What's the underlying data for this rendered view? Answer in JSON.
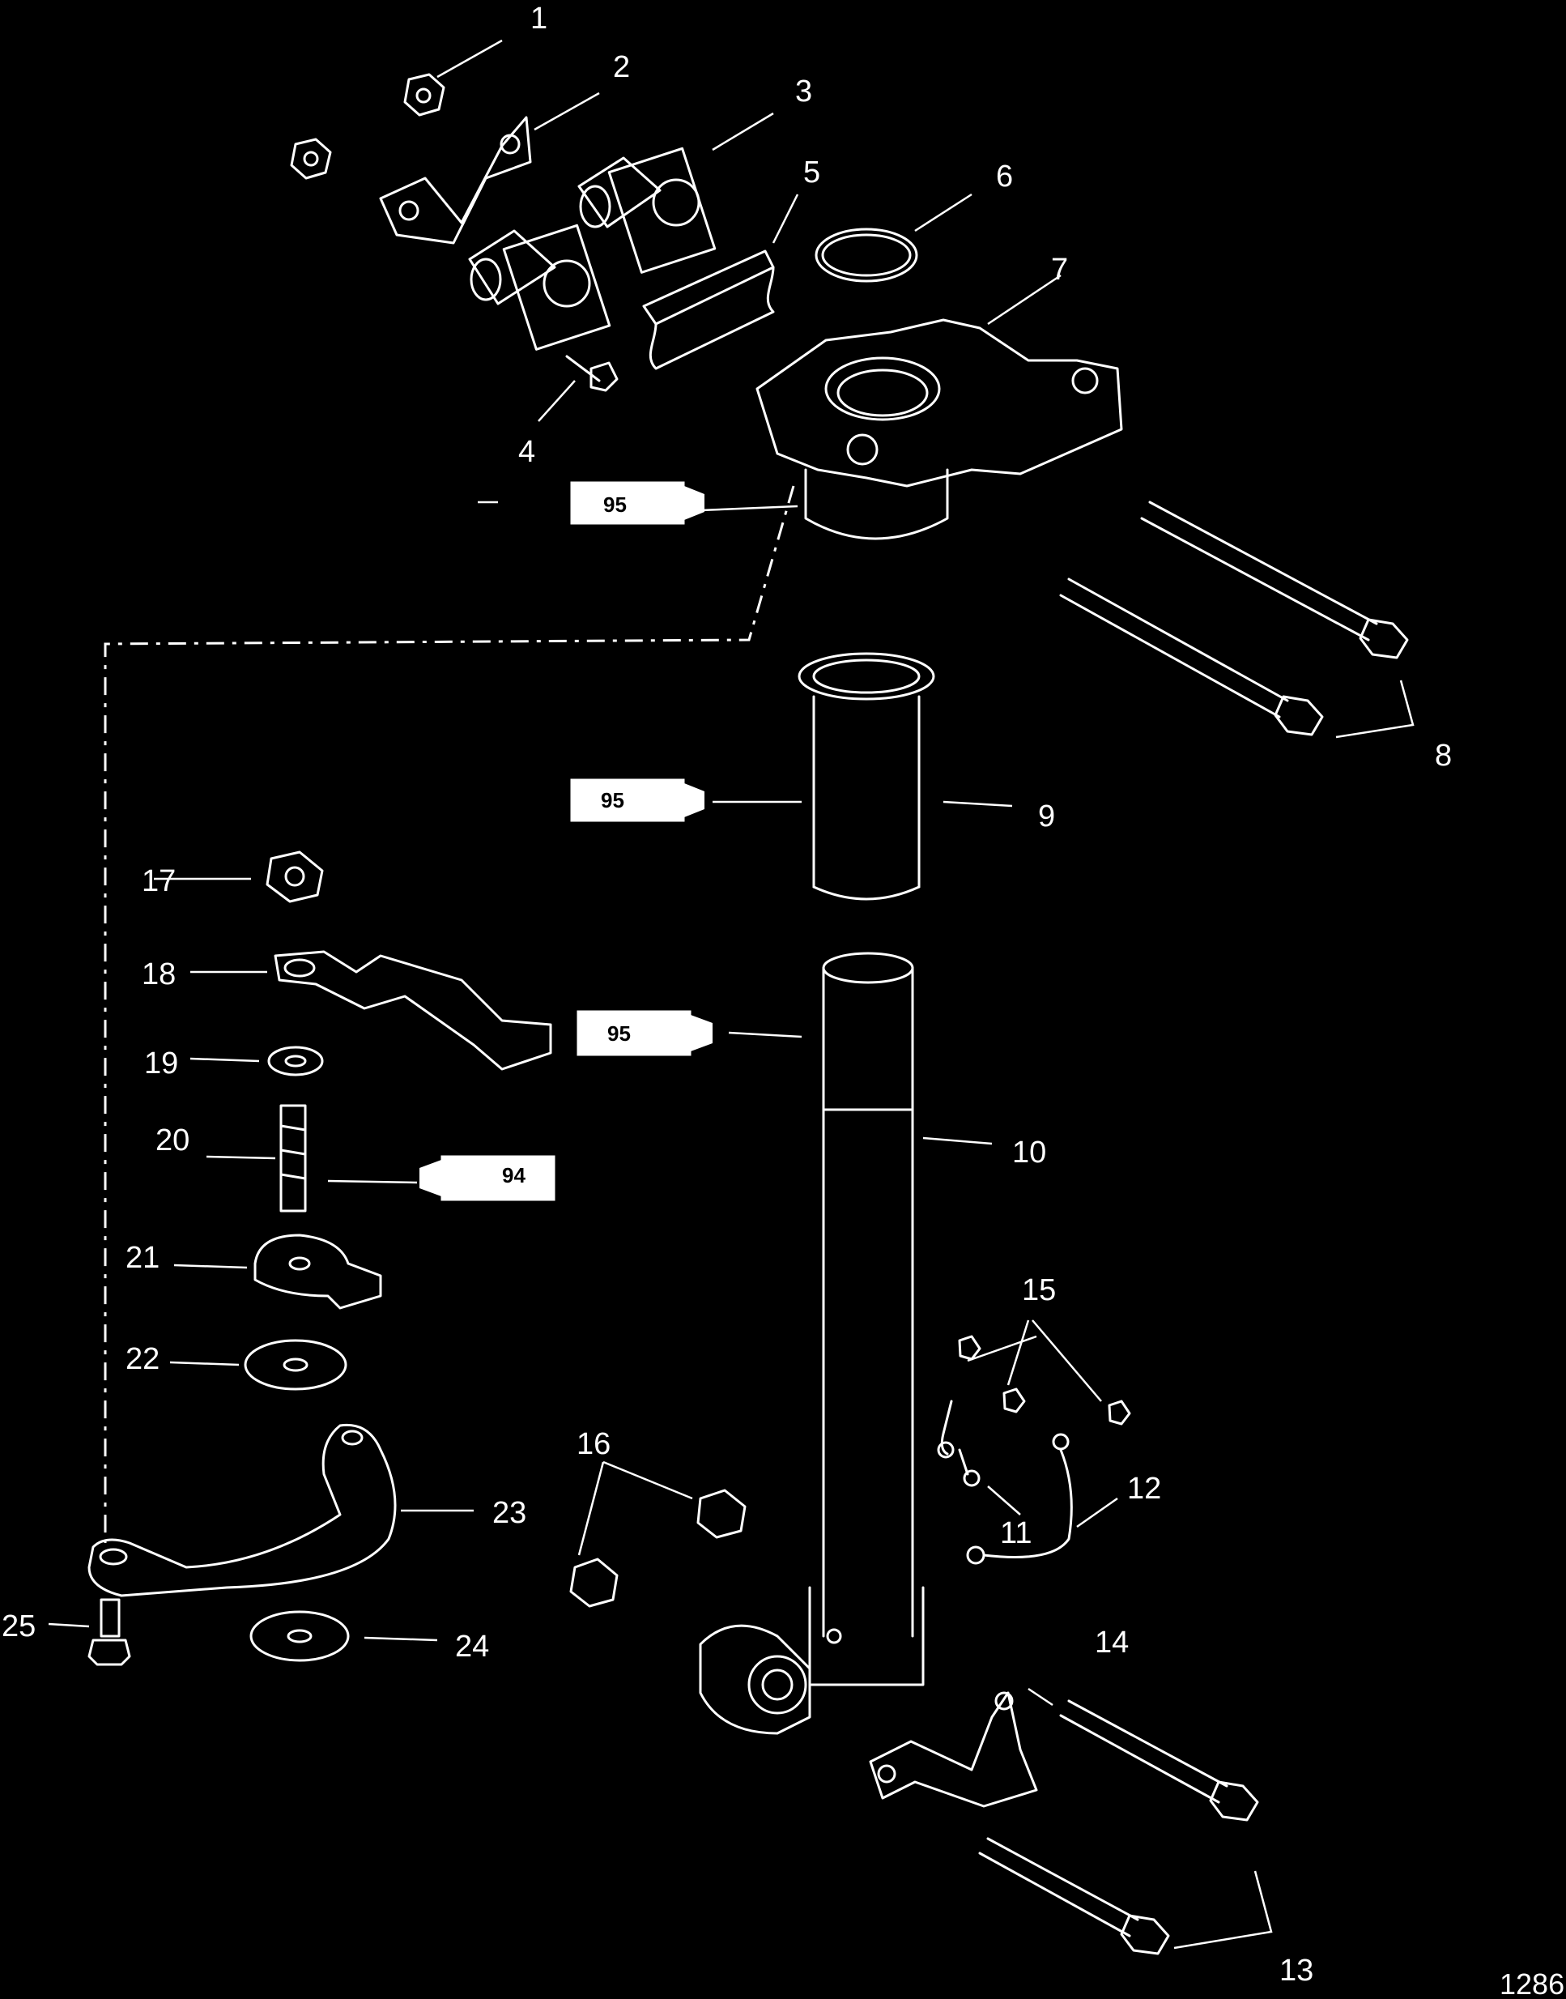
{
  "diagram": {
    "callouts": [
      "1",
      "2",
      "3",
      "4",
      "5",
      "6",
      "7",
      "8",
      "9",
      "10",
      "11",
      "12",
      "13",
      "14",
      "15",
      "16",
      "17",
      "18",
      "19",
      "20",
      "21",
      "22",
      "23",
      "24",
      "25"
    ],
    "lubricant_codes": [
      "95",
      "95",
      "95",
      "94"
    ],
    "figure_id": "1286"
  },
  "colors": {
    "background": "#000000",
    "linework": "#ffffff"
  }
}
